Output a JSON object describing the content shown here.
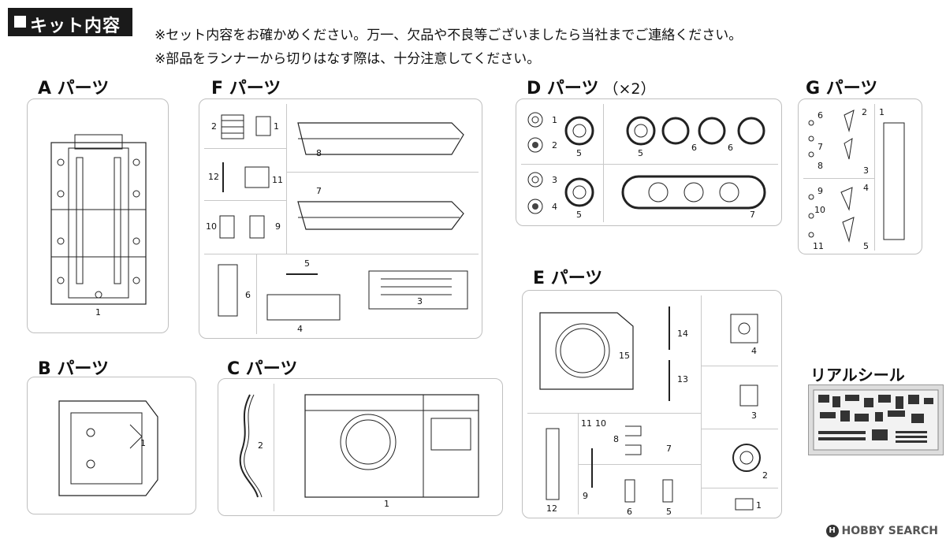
{
  "header": {
    "title": "キット内容"
  },
  "notes": [
    "※セット内容をお確かめください。万一、欠品や不良等ございましたら当社までご連絡ください。",
    "※部品をランナーから切りはなす際は、十分注意してください。"
  ],
  "sections": {
    "a": {
      "title": "A パーツ",
      "labels": [
        "1"
      ]
    },
    "b": {
      "title": "B パーツ",
      "labels": [
        "1"
      ]
    },
    "c": {
      "title": "C パーツ",
      "labels": [
        "2",
        "1"
      ]
    },
    "d": {
      "title": "D パーツ",
      "multiplier": "（×2）",
      "labels": [
        "1",
        "2",
        "3",
        "4",
        "5",
        "5",
        "5",
        "6",
        "6",
        "7"
      ]
    },
    "e": {
      "title": "E パーツ",
      "labels": [
        "14",
        "15",
        "13",
        "4",
        "3",
        "11",
        "10",
        "8",
        "7",
        "12",
        "9",
        "6",
        "5",
        "2",
        "1"
      ]
    },
    "f": {
      "title": "F パーツ",
      "labels": [
        "2",
        "1",
        "8",
        "12",
        "11",
        "7",
        "10",
        "9",
        "5",
        "6",
        "4",
        "3"
      ]
    },
    "g": {
      "title": "G パーツ",
      "labels": [
        "6",
        "2",
        "1",
        "7",
        "8",
        "3",
        "9",
        "4",
        "10",
        "11",
        "5"
      ]
    },
    "seal": {
      "title": "リアルシール"
    }
  },
  "watermark": {
    "text": "HOBBY SEARCH",
    "mark": "H"
  }
}
